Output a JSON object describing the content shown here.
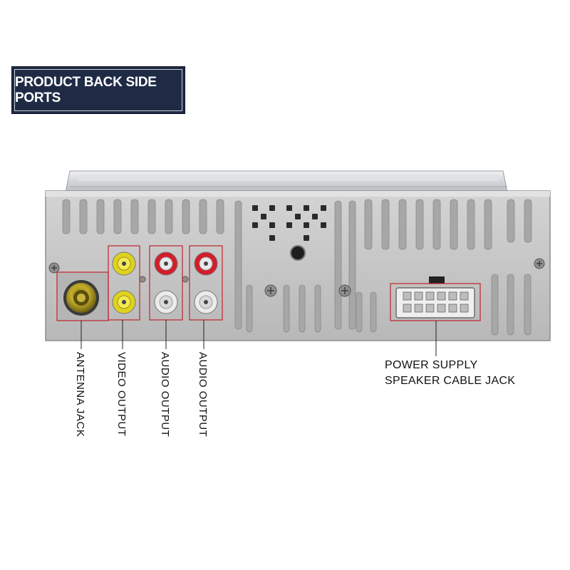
{
  "header": {
    "title": "PRODUCT BACK SIDE PORTS"
  },
  "ports": {
    "antenna": "ANTENNA  JACK",
    "video": "VIDEO OUTPUT",
    "audio_left": "AUDIO OUTPUT",
    "audio_right": "AUDIO OUTPUT"
  },
  "power": {
    "line1": "POWER SUPPLY",
    "line2": "SPEAKER CABLE JACK"
  },
  "colors": {
    "badge_bg": "#1f2b45",
    "callout": "#c0242c",
    "chassis": "#c9c9c9",
    "rca_yellow": "#e8d200",
    "rca_red": "#d41d2a",
    "rca_white": "#ececec"
  }
}
